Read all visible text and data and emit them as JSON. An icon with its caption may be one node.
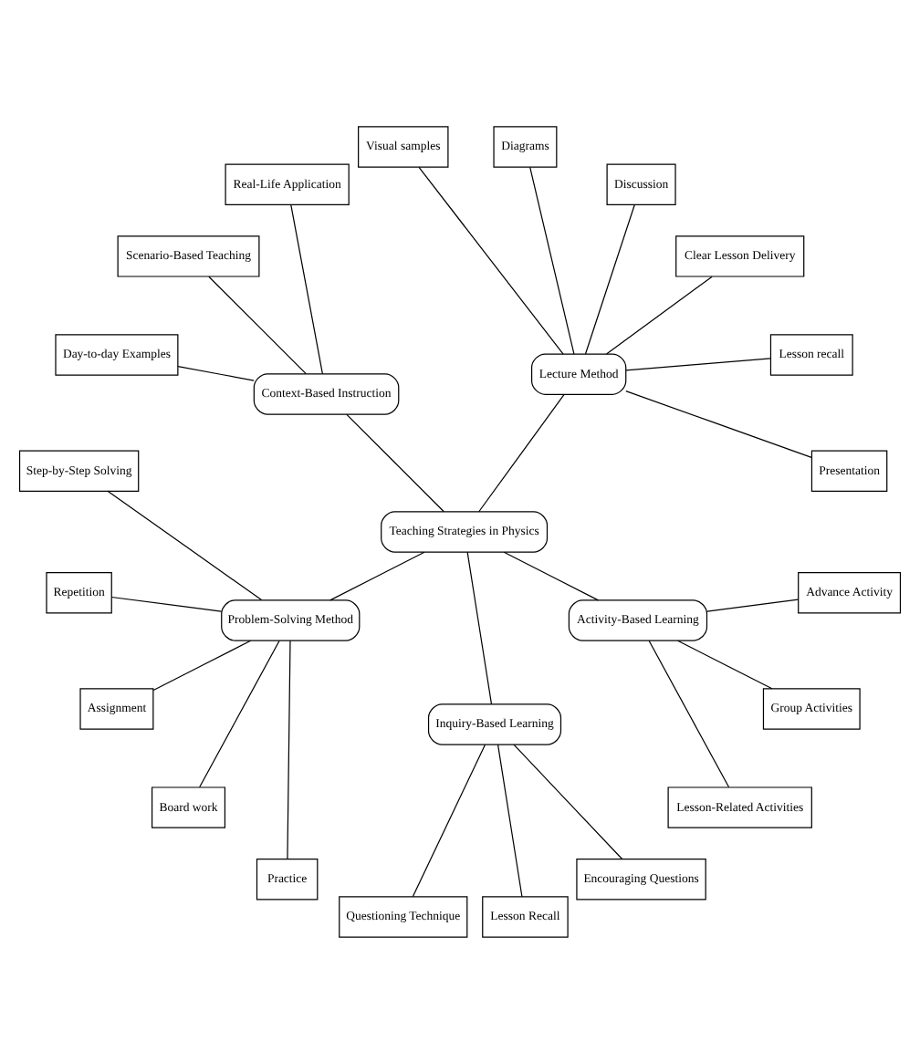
{
  "diagram": {
    "nodes": [
      {
        "text": [
          "Teaching Strategies in Physics"
        ]
      },
      {
        "text": [
          "Lecture Method"
        ]
      },
      {
        "text": [
          "Presentation"
        ]
      },
      {
        "text": [
          "Lesson recall"
        ]
      },
      {
        "text": [
          "Clear Lesson Delivery"
        ]
      },
      {
        "text": [
          "Discussion"
        ]
      },
      {
        "text": [
          "Diagrams"
        ]
      },
      {
        "text": [
          "Visual samples"
        ]
      },
      {
        "text": [
          "Context-Based Instruction"
        ]
      },
      {
        "text": [
          "Real-Life Application"
        ]
      },
      {
        "text": [
          "Scenario-Based Teaching"
        ]
      },
      {
        "text": [
          "Day-to-day Examples"
        ]
      },
      {
        "text": [
          "Problem-Solving Method"
        ]
      },
      {
        "text": [
          "Step-by-Step Solving"
        ]
      },
      {
        "text": [
          "Repetition"
        ]
      },
      {
        "text": [
          "Assignment"
        ]
      },
      {
        "text": [
          "Board work"
        ]
      },
      {
        "text": [
          "Practice"
        ]
      },
      {
        "text": [
          "Inquiry-Based Learning"
        ]
      },
      {
        "text": [
          "Questioning Technique"
        ]
      },
      {
        "text": [
          "Lesson Recall"
        ]
      },
      {
        "text": [
          "Encouraging Questions"
        ]
      },
      {
        "text": [
          "Activity-Based Learning"
        ]
      },
      {
        "text": [
          "Lesson-Related Activities"
        ]
      },
      {
        "text": [
          "Group Activities"
        ]
      },
      {
        "text": [
          "Advance Activity"
        ]
      }
    ],
    "edges": [
      {
        "from": 0,
        "to": 1,
        "arrow": "none"
      },
      {
        "from": 1,
        "to": 2,
        "arrow": "none"
      },
      {
        "from": 1,
        "to": 3,
        "arrow": "none"
      },
      {
        "from": 1,
        "to": 4,
        "arrow": "none"
      },
      {
        "from": 1,
        "to": 5,
        "arrow": "none"
      },
      {
        "from": 1,
        "to": 6,
        "arrow": "none"
      },
      {
        "from": 1,
        "to": 7,
        "arrow": "none"
      },
      {
        "from": 0,
        "to": 8,
        "arrow": "none"
      },
      {
        "from": 8,
        "to": 9,
        "arrow": "none"
      },
      {
        "from": 8,
        "to": 10,
        "arrow": "none"
      },
      {
        "from": 8,
        "to": 11,
        "arrow": "none"
      },
      {
        "from": 0,
        "to": 12,
        "arrow": "none"
      },
      {
        "from": 12,
        "to": 13,
        "arrow": "none"
      },
      {
        "from": 12,
        "to": 14,
        "arrow": "none"
      },
      {
        "from": 12,
        "to": 15,
        "arrow": "none"
      },
      {
        "from": 12,
        "to": 16,
        "arrow": "none"
      },
      {
        "from": 12,
        "to": 17,
        "arrow": "none"
      },
      {
        "from": 0,
        "to": 18,
        "arrow": "none"
      },
      {
        "from": 18,
        "to": 19,
        "arrow": "none"
      },
      {
        "from": 18,
        "to": 20,
        "arrow": "none"
      },
      {
        "from": 18,
        "to": 21,
        "arrow": "none"
      },
      {
        "from": 0,
        "to": 22,
        "arrow": "none"
      },
      {
        "from": 22,
        "to": 23,
        "arrow": "none"
      },
      {
        "from": 22,
        "to": 24,
        "arrow": "none"
      },
      {
        "from": 22,
        "to": 25,
        "arrow": "none"
      }
    ]
  }
}
